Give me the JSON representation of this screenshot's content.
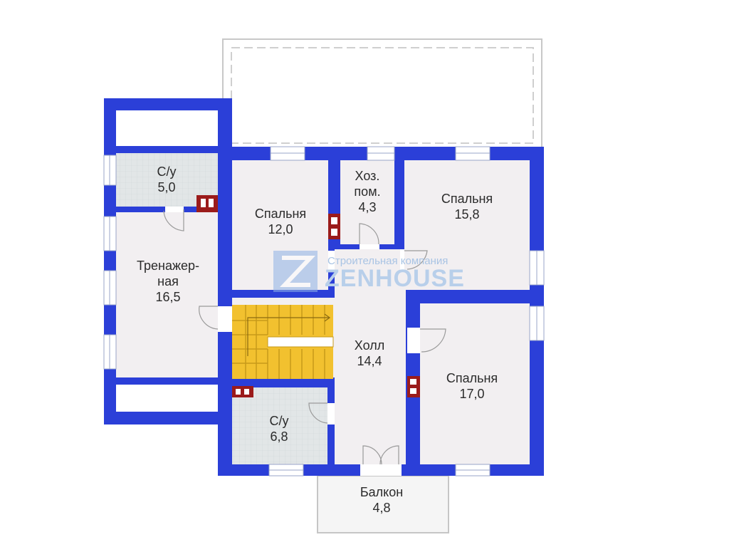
{
  "rooms": {
    "bath_top": {
      "name": "С/у",
      "area": "5,0"
    },
    "gym": {
      "name_line1": "Тренажер-",
      "name_line2": "ная",
      "area": "16,5"
    },
    "bed_12": {
      "name": "Спальня",
      "area": "12,0"
    },
    "storage": {
      "name_line1": "Хоз.",
      "name_line2": "пом.",
      "area": "4,3"
    },
    "bed_15": {
      "name": "Спальня",
      "area": "15,8"
    },
    "hall": {
      "name": "Холл",
      "area": "14,4"
    },
    "bed_17": {
      "name": "Спальня",
      "area": "17,0"
    },
    "bath_bottom": {
      "name": "С/у",
      "area": "6,8"
    },
    "balcony": {
      "name": "Балкон",
      "area": "4,8"
    }
  },
  "watermark": {
    "subtitle": "Строительная компания",
    "brand": "ZENHOUSE"
  },
  "colors": {
    "wall": "#2a3fd6",
    "wall_alt": "#2b43e0",
    "room_fill": "#f1eef0",
    "tile_fill": "#dfe3e4",
    "stairs": "#f2c02e",
    "chimney": "#9b1a1a",
    "watermark": "#b8cfea"
  }
}
